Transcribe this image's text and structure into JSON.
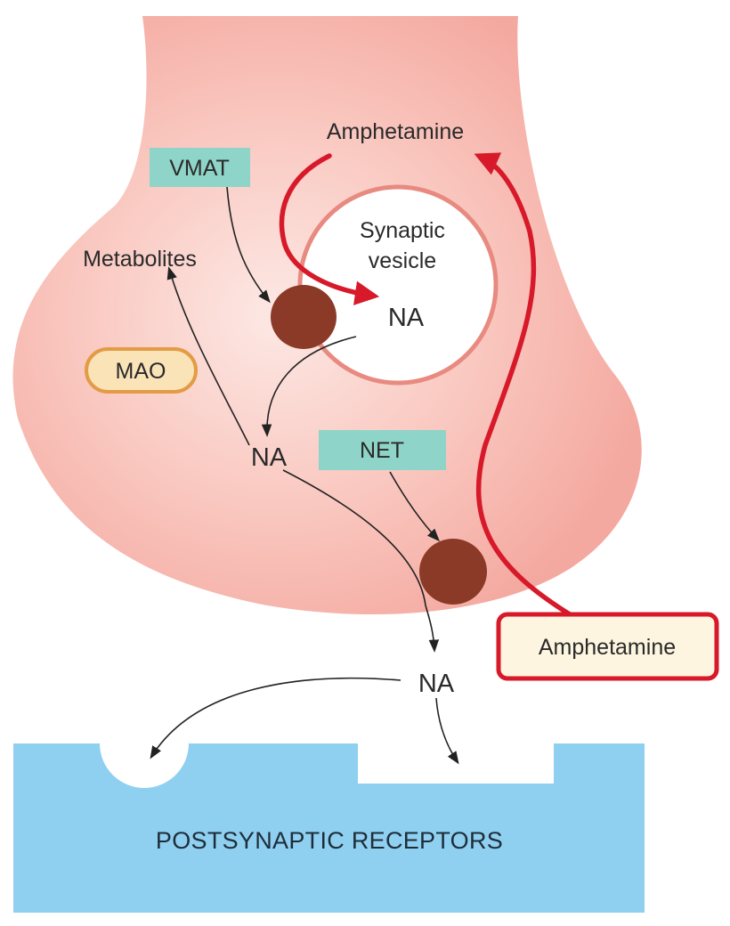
{
  "labels": {
    "amphetamine_inside": "Amphetamine",
    "amphetamine_outside": "Amphetamine",
    "vmat": "VMAT",
    "net": "NET",
    "mao": "MAO",
    "metabolites": "Metabolites",
    "vesicle_line1": "Synaptic",
    "vesicle_line2": "vesicle",
    "na_vesicle": "NA",
    "na_cytoplasm": "NA",
    "na_synapse": "NA",
    "postsynaptic": "POSTSYNAPTIC RECEPTORS"
  },
  "colors": {
    "terminal_fill": "#f4a9a0",
    "terminal_highlight": "#fde8e4",
    "vesicle_border": "#e88a80",
    "transporter": "#8b3a28",
    "label_box": "#8fd4c8",
    "mao_fill": "#fbe3b8",
    "mao_border": "#e39b45",
    "amphetamine_arrow": "#d7192a",
    "amphetamine_box_fill": "#fdf5df",
    "receptor_fill": "#8fd0f0"
  }
}
